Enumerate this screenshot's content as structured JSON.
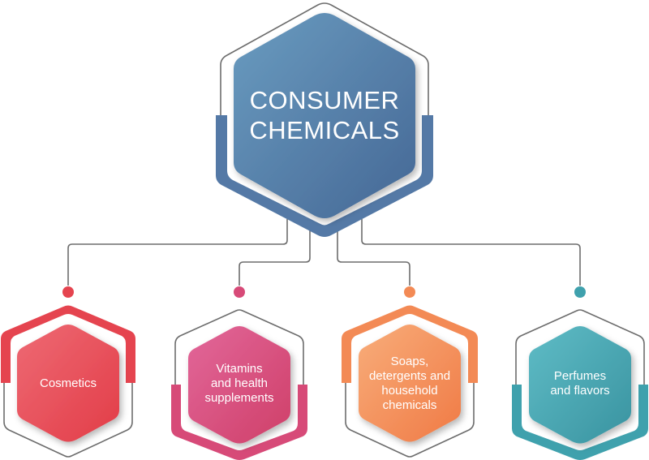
{
  "diagram": {
    "title": "CONSUMER\nCHEMICALS",
    "title_color": "#5479a6",
    "connector_color": "#6d6d6d",
    "children": [
      {
        "label": "Cosmetics",
        "color": "#e5444f",
        "color_light": "#ea5e6a",
        "band": "top"
      },
      {
        "label": "Vitamins\nand health\nsupplements",
        "color": "#d74a78",
        "color_light": "#df5f8c",
        "band": "bottom"
      },
      {
        "label": "Soaps,\ndetergents and\nhousehold\nchemicals",
        "color": "#f38a55",
        "color_light": "#f6a06f",
        "band": "top"
      },
      {
        "label": "Perfumes\nand flavors",
        "color": "#3fa1ad",
        "color_light": "#55b3bf",
        "band": "bottom"
      }
    ]
  }
}
